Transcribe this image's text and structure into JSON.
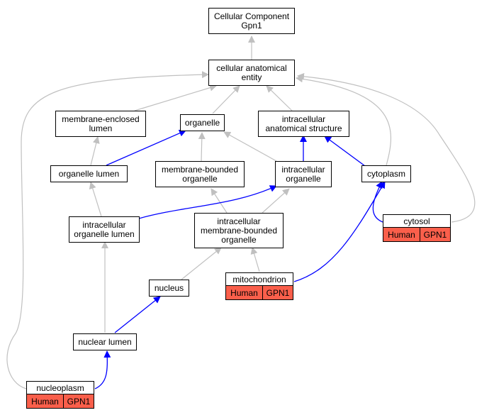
{
  "graph": {
    "nodes": {
      "root": "Cellular Component\nGpn1",
      "cae": "cellular anatomical\nentity",
      "mel": "membrane-enclosed\nlumen",
      "organelle": "organelle",
      "ias": "intracellular\nanatomical structure",
      "olumen": "organelle lumen",
      "mbo": "membrane-bounded\norganelle",
      "iorg": "intracellular\norganelle",
      "cytoplasm": "cytoplasm",
      "iol": "intracellular\norganelle lumen",
      "imbo": "intracellular\nmembrane-bounded\norganelle",
      "nucleus": "nucleus",
      "nlumen": "nuclear lumen"
    },
    "annotated": {
      "cytosol": {
        "label": "cytosol",
        "species": "Human",
        "gene": "GPN1"
      },
      "mito": {
        "label": "mitochondrion",
        "species": "Human",
        "gene": "GPN1"
      },
      "nucleoplasm": {
        "label": "nucleoplasm",
        "species": "Human",
        "gene": "GPN1"
      }
    },
    "colors": {
      "is_a_edge": "#c0c0c0",
      "part_of_edge": "#0000ff",
      "annotation_fill": "#fa5f4b"
    }
  }
}
